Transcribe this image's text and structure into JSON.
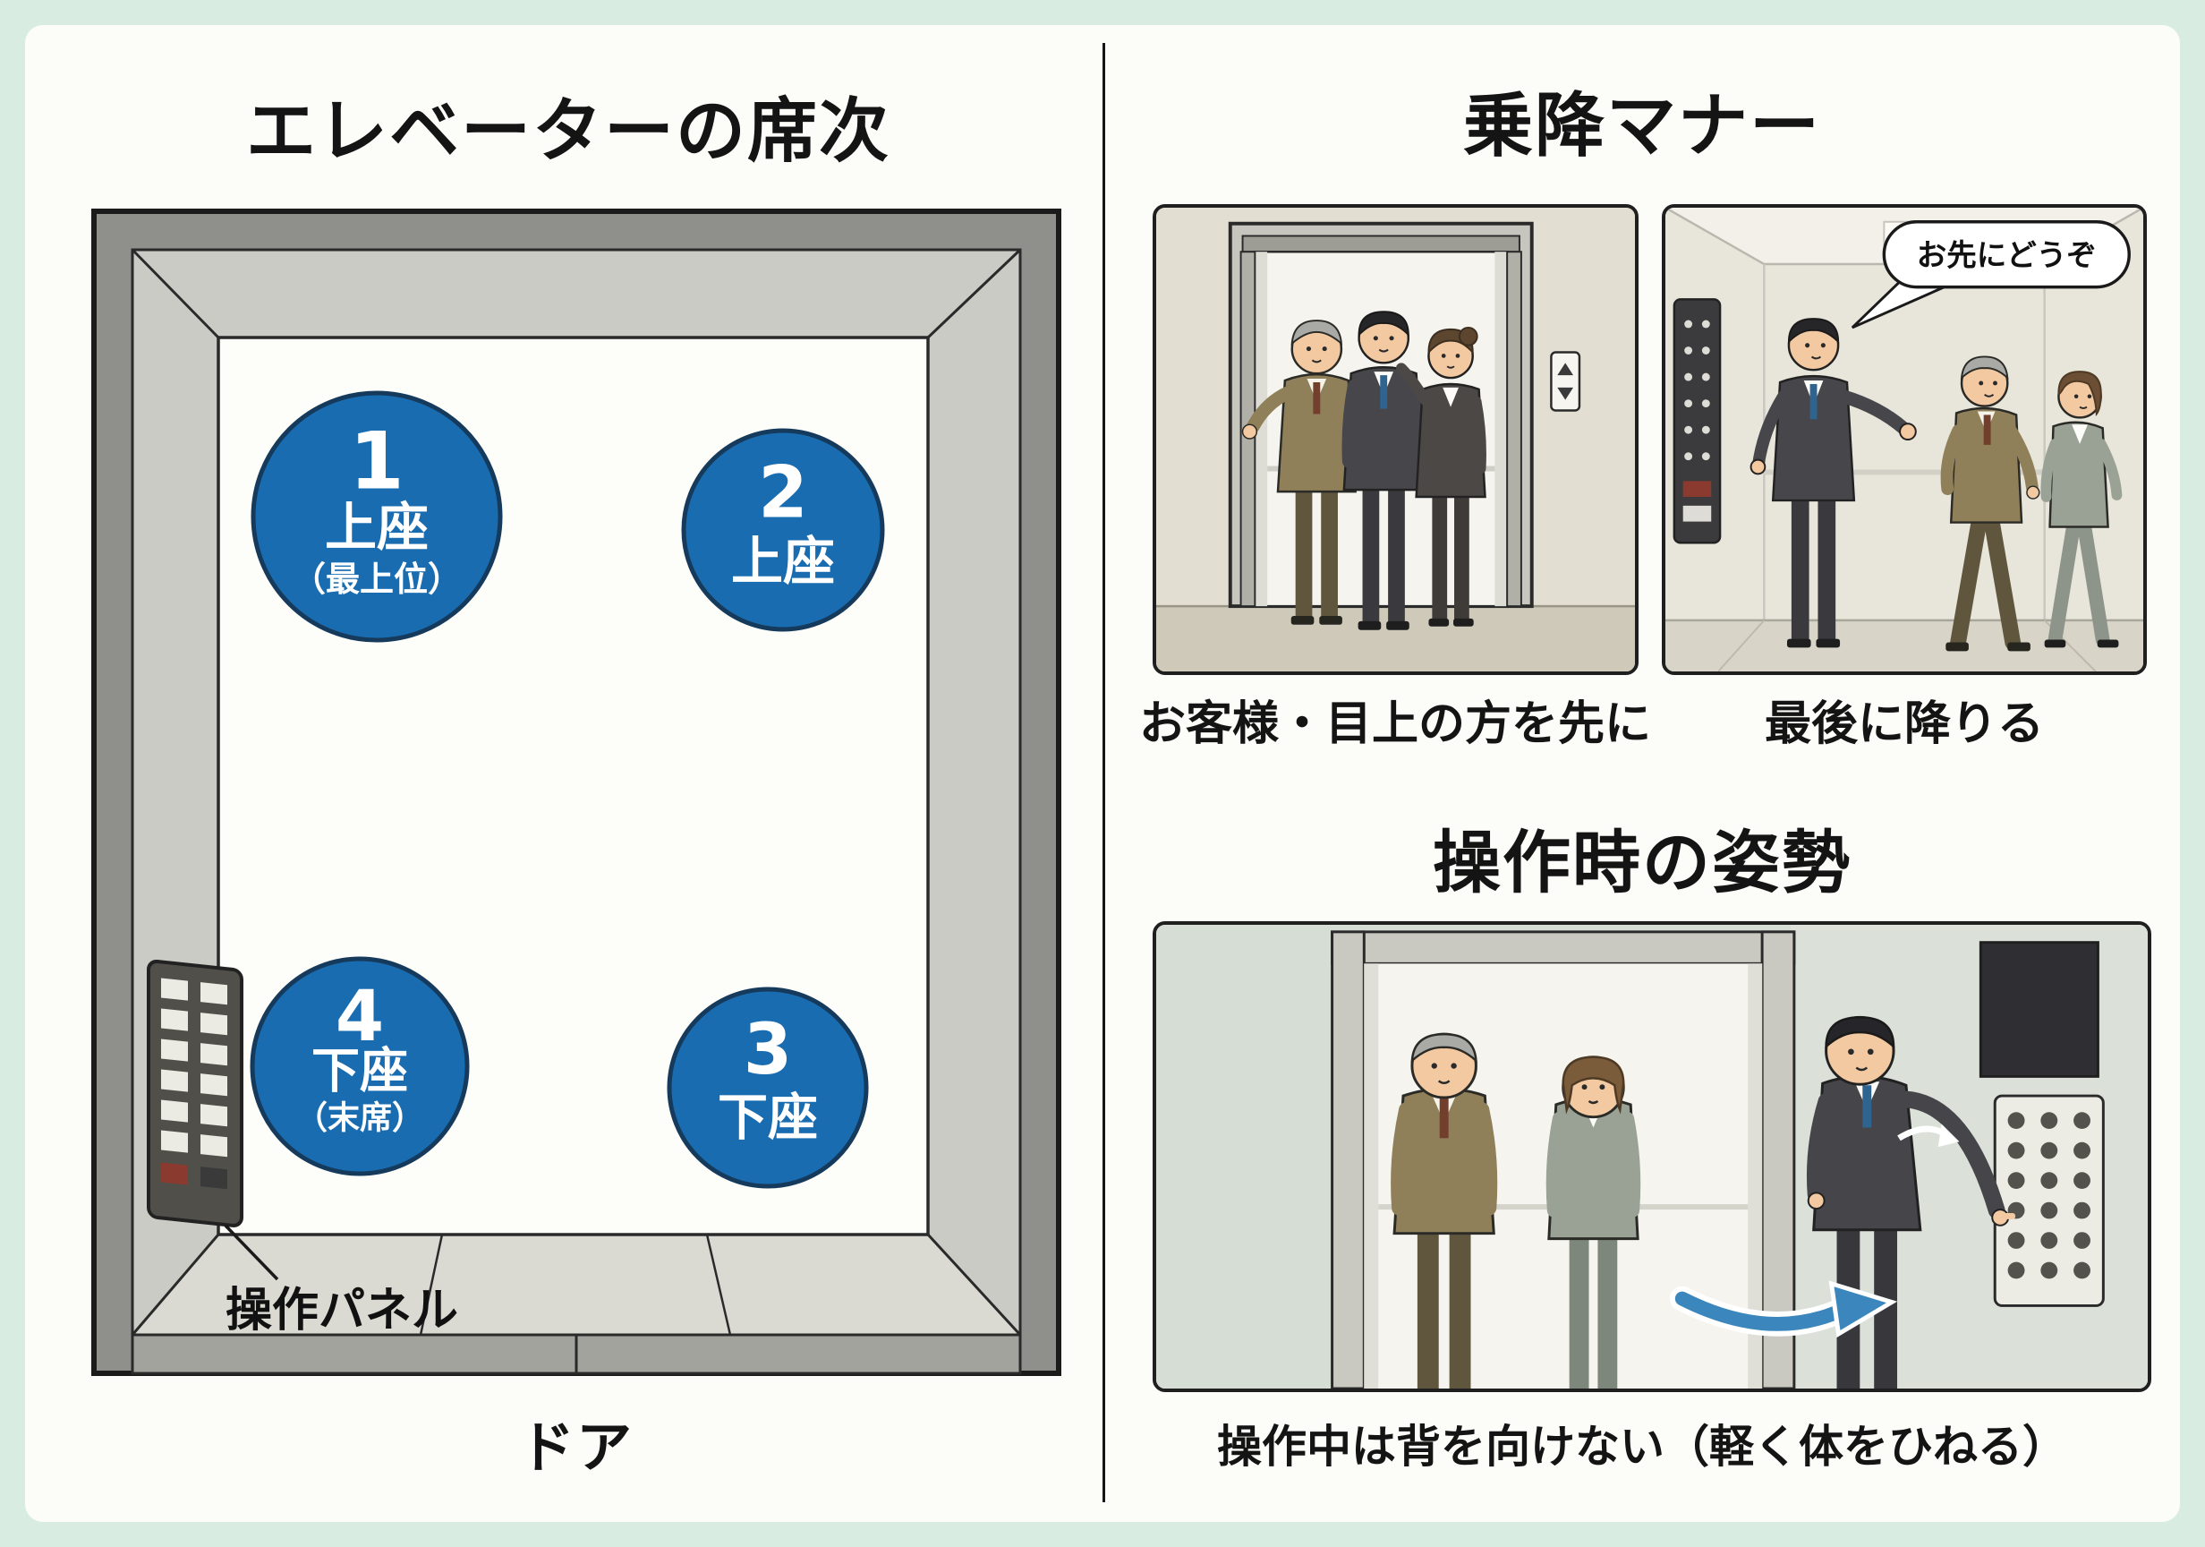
{
  "page": {
    "bg": "#d9ece2",
    "card_bg": "#fcfcf8"
  },
  "seating": {
    "title": "エレベーターの席次",
    "door_label": "ドア",
    "panel_label": "操作パネル",
    "seat_color": "#1a6cb1",
    "seats": [
      {
        "num": "1",
        "label": "上座",
        "sub": "（最上位）"
      },
      {
        "num": "2",
        "label": "上座",
        "sub": ""
      },
      {
        "num": "3",
        "label": "下座",
        "sub": ""
      },
      {
        "num": "4",
        "label": "下座",
        "sub": "（末席）"
      }
    ]
  },
  "manners": {
    "title": "乗降マナー",
    "enter_caption": "お客様・目上の方を先に",
    "exit_caption": "最後に降りる",
    "speech_bubble": "お先にどうぞ"
  },
  "posture": {
    "title": "操作時の姿勢",
    "caption": "操作中は背を向けない（軽く体をひねる）"
  }
}
